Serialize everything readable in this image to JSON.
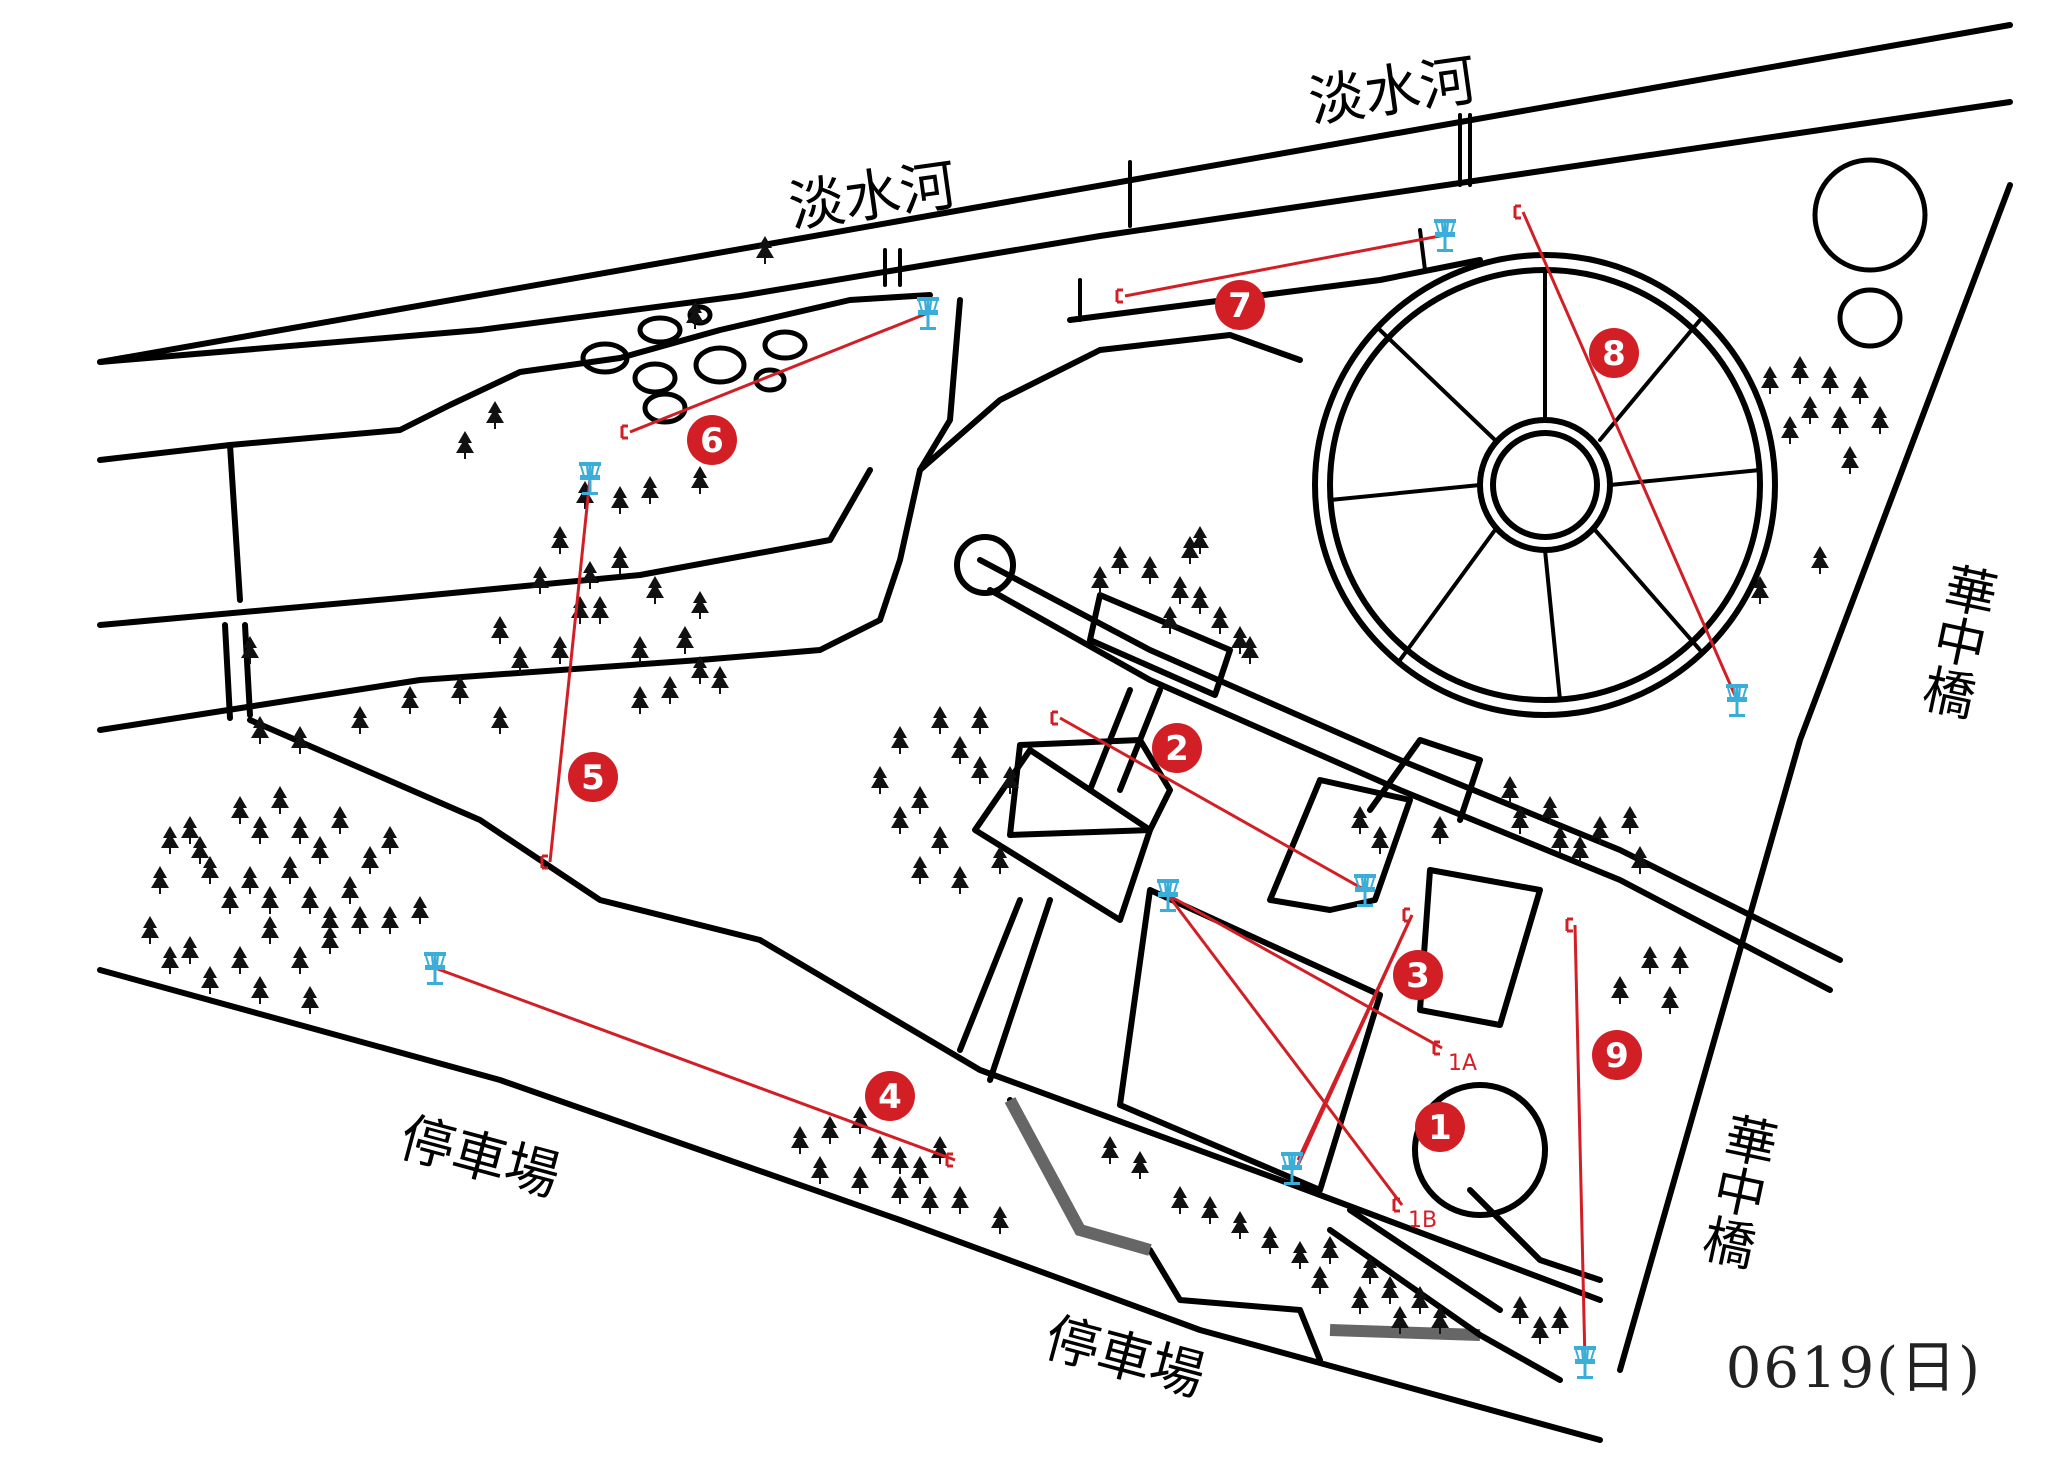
{
  "labels": {
    "river_1": "淡水河",
    "river_2": "淡水河",
    "bridge_1": "華中橋",
    "bridge_2": "華中橋",
    "parking_1": "停車場",
    "parking_2": "停車場"
  },
  "date_label": "0619(日)",
  "holes": [
    {
      "number": "1",
      "tees": [
        "1A",
        "1B"
      ]
    },
    {
      "number": "2"
    },
    {
      "number": "3"
    },
    {
      "number": "4"
    },
    {
      "number": "5"
    },
    {
      "number": "6"
    },
    {
      "number": "7"
    },
    {
      "number": "8"
    },
    {
      "number": "9"
    }
  ],
  "colors": {
    "hole_line": "#d21f26",
    "hole_badge": "#d21f26",
    "basket": "#3aaed8",
    "map_ink": "#000000",
    "background": "#ffffff"
  },
  "icons": {
    "basket": "disc-golf-basket-icon",
    "tee": "tee-bracket-icon",
    "tree": "tree-icon"
  }
}
